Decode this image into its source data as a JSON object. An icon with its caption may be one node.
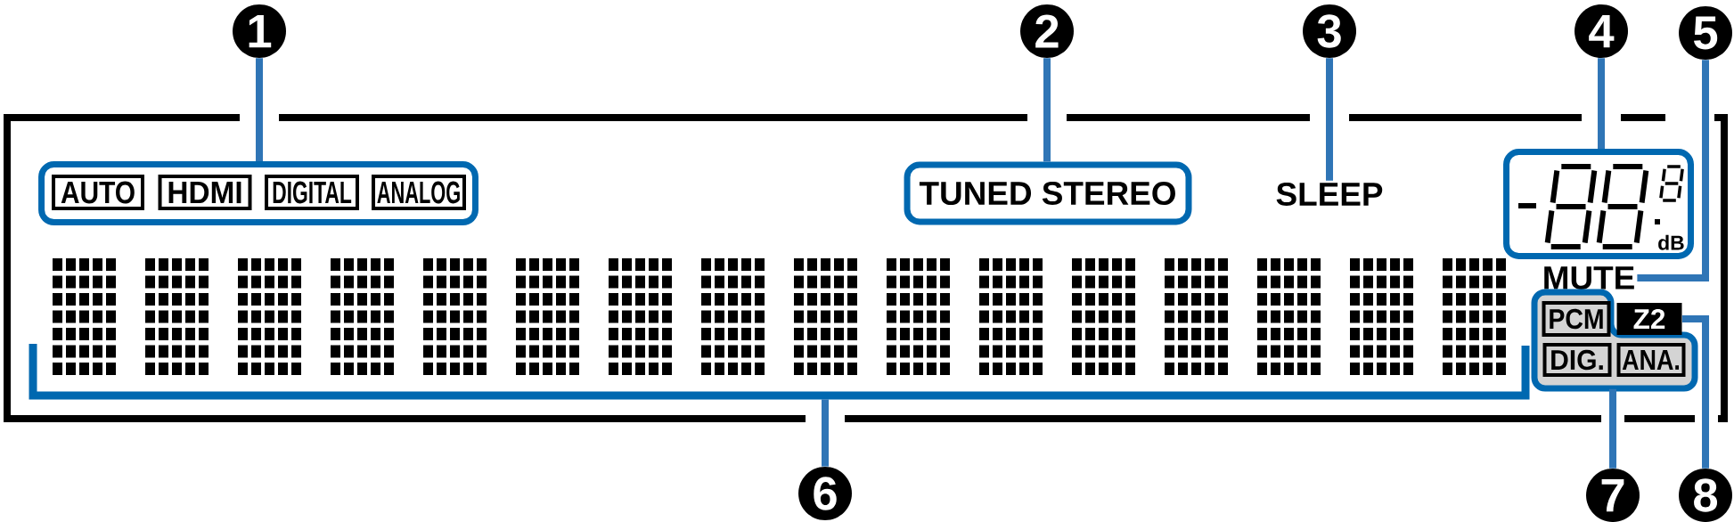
{
  "diagram": {
    "nodes": [
      {
        "text": [
          "1"
        ]
      },
      {
        "text": [
          "2"
        ]
      },
      {
        "text": [
          "3"
        ]
      },
      {
        "text": [
          "4"
        ]
      },
      {
        "text": [
          "5"
        ]
      },
      {
        "text": [
          "6"
        ]
      },
      {
        "text": [
          "7"
        ]
      },
      {
        "text": [
          "8"
        ]
      },
      {
        "text": [],
        "shape": "box"
      },
      {
        "text": [
          "AUTO"
        ],
        "in": 8
      },
      {
        "text": [
          "HDMI"
        ],
        "in": 8
      },
      {
        "text": [
          "DIGITAL"
        ],
        "in": 8
      },
      {
        "text": [
          "ANALOG"
        ],
        "in": 8
      },
      {
        "text": [
          "TUNED STEREO"
        ]
      },
      {
        "text": [
          "SLEEP"
        ]
      },
      {
        "text": [
          "dB"
        ]
      },
      {
        "text": [
          "MUTE"
        ]
      },
      {
        "text": [],
        "shape": "picture"
      },
      {
        "text": [],
        "shape": "box"
      },
      {
        "text": [
          "PCM"
        ],
        "in": 18
      },
      {
        "text": [
          "Z2"
        ]
      },
      {
        "text": [
          "DIG."
        ],
        "in": 18
      },
      {
        "text": [
          "ANA."
        ],
        "in": 18
      }
    ],
    "edges": [
      {
        "from": 0,
        "to": 8,
        "arrow": "none"
      },
      {
        "from": 1,
        "to": 13,
        "arrow": "none"
      },
      {
        "from": 2,
        "to": 14,
        "arrow": "none"
      },
      {
        "from": 3,
        "to": 15,
        "arrow": "none"
      },
      {
        "from": 4,
        "to": 16,
        "arrow": "none"
      },
      {
        "from": 5,
        "to": 17,
        "arrow": "none"
      },
      {
        "from": 6,
        "to": 18,
        "arrow": "none"
      },
      {
        "from": 7,
        "to": 20,
        "arrow": "none"
      }
    ]
  }
}
